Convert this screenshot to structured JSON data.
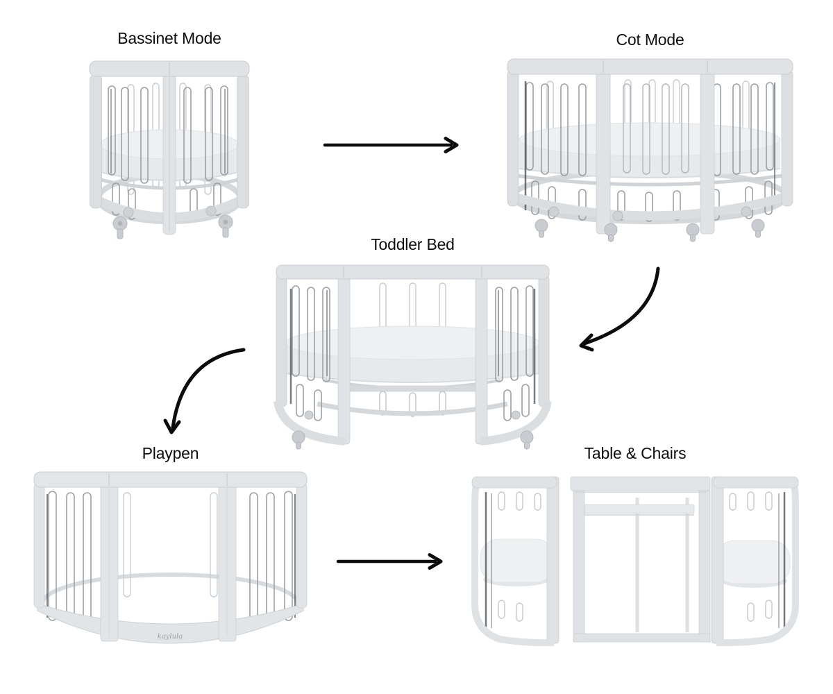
{
  "diagram": {
    "title_context": "convertible cot conversion stages",
    "stages": [
      {
        "id": "bassinet",
        "label": "Bassinet Mode"
      },
      {
        "id": "cot",
        "label": "Cot Mode"
      },
      {
        "id": "toddler_bed",
        "label": "Toddler Bed"
      },
      {
        "id": "playpen",
        "label": "Playpen"
      },
      {
        "id": "table_chairs",
        "label": "Table & Chairs"
      }
    ],
    "arrows": [
      {
        "from": "bassinet",
        "to": "cot",
        "shape": "straight-right"
      },
      {
        "from": "cot",
        "to": "toddler_bed",
        "shape": "curved-down-left"
      },
      {
        "from": "toddler_bed",
        "to": "playpen",
        "shape": "curved-down-left"
      },
      {
        "from": "playpen",
        "to": "table_chairs",
        "shape": "straight-right"
      }
    ],
    "brand_logo": "kaylula",
    "colors": {
      "background": "#ffffff",
      "label_text": "#0d0d0d",
      "arrow": "#0b0b0b",
      "frame": "#e0e3e6",
      "frame_shade": "#c9cdd1",
      "slat": "#9aa0a6",
      "chrome_dark": "#45494e",
      "mattress": "#eef0f2"
    }
  }
}
